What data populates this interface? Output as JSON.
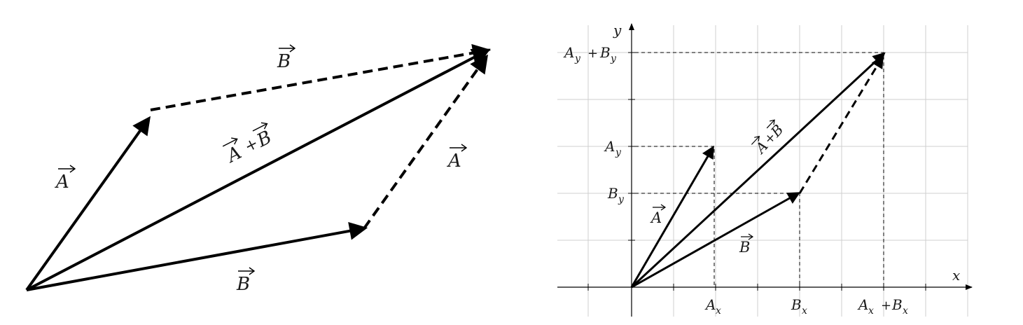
{
  "left_diagram": {
    "label_A_left": "A",
    "label_A_right": "A",
    "label_B_top": "B",
    "label_B_bottom": "B",
    "label_sum_A": "A",
    "label_sum_plus": "+",
    "label_sum_B": "B"
  },
  "right_diagram": {
    "axis_x_label": "x",
    "axis_y_label": "y",
    "tick_Ax": "A",
    "tick_Ax_sub": "x",
    "tick_Bx": "B",
    "tick_Bx_sub": "x",
    "tick_sum_x_A": "A",
    "tick_sum_x_A_sub": "x",
    "tick_sum_x_plus": "+",
    "tick_sum_x_B": "B",
    "tick_sum_x_B_sub": "x",
    "tick_Ay": "A",
    "tick_Ay_sub": "y",
    "tick_By": "B",
    "tick_By_sub": "y",
    "tick_sum_y_A": "A",
    "tick_sum_y_A_sub": "y",
    "tick_sum_y_plus": "+",
    "tick_sum_y_B": "B",
    "tick_sum_y_B_sub": "y",
    "label_vec_A": "A",
    "label_vec_B": "B",
    "label_sum_A": "A",
    "label_sum_plus": "+",
    "label_sum_B": "B"
  }
}
